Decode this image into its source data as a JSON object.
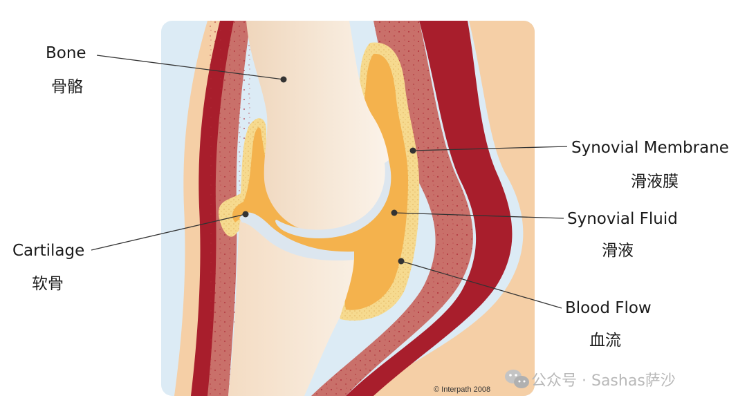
{
  "labels": {
    "bone": {
      "en": "Bone",
      "zh": "骨骼"
    },
    "cartilage": {
      "en": "Cartilage",
      "zh": "软骨"
    },
    "synovial_membrane": {
      "en": "Synovial Membrane",
      "zh": "滑液膜"
    },
    "synovial_fluid": {
      "en": "Synovial Fluid",
      "zh": "滑液"
    },
    "blood_flow": {
      "en": "Blood Flow",
      "zh": "血流"
    }
  },
  "copyright": "© Interpath 2008",
  "watermark": "公众号 · Sashas萨沙",
  "colors": {
    "background": "#dcebf5",
    "skin": "#f5cfa6",
    "muscle_dark": "#a81e2c",
    "tissue": "#c9706a",
    "bone": "#f3e2cd",
    "cartilage": "#dce6ef",
    "synovial_fluid": "#f4b24d",
    "membrane": "#f6da8f",
    "leader": "#333333"
  }
}
